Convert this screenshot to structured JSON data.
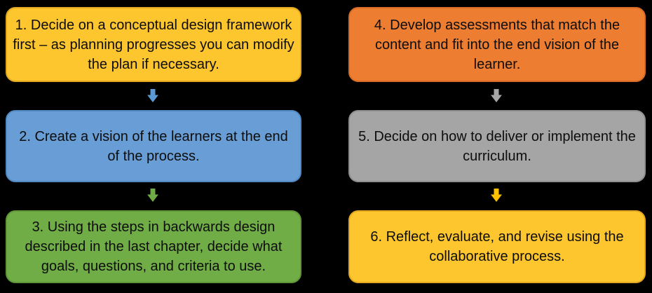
{
  "background": "#000000",
  "text_color": "#0d0d0d",
  "boxes": [
    {
      "text": "1. Decide on a conceptual design framework first – as planning progresses you can modify the plan if necessary.",
      "fill": "#FDC52E",
      "border": "#E2A81F"
    },
    {
      "text": "2. Create a vision of the learners at the end of the process.",
      "fill": "#689ED5",
      "border": "#5189C2"
    },
    {
      "text": "3. Using the steps in backwards design described in the last chapter, decide what goals, questions, and criteria to use.",
      "fill": "#70AD47",
      "border": "#5E9638"
    },
    {
      "text": "4. Develop assessments that match the content and fit into the end vision of the learner.",
      "fill": "#ED7D31",
      "border": "#D86C26"
    },
    {
      "text": "5. Decide on how to deliver or implement the curriculum.",
      "fill": "#A5A5A5",
      "border": "#8F8F8F"
    },
    {
      "text": "6. Reflect, evaluate, and revise using the collaborative process.",
      "fill": "#FDC52E",
      "border": "#E2A81F"
    }
  ],
  "arrows": [
    {
      "name": "arrow-1-to-2",
      "color": "#5B9BD5"
    },
    {
      "name": "arrow-2-to-3",
      "color": "#70AD47"
    },
    {
      "name": "arrow-4-to-5",
      "color": "#A5A5A5"
    },
    {
      "name": "arrow-5-to-6",
      "color": "#FFC000"
    }
  ]
}
